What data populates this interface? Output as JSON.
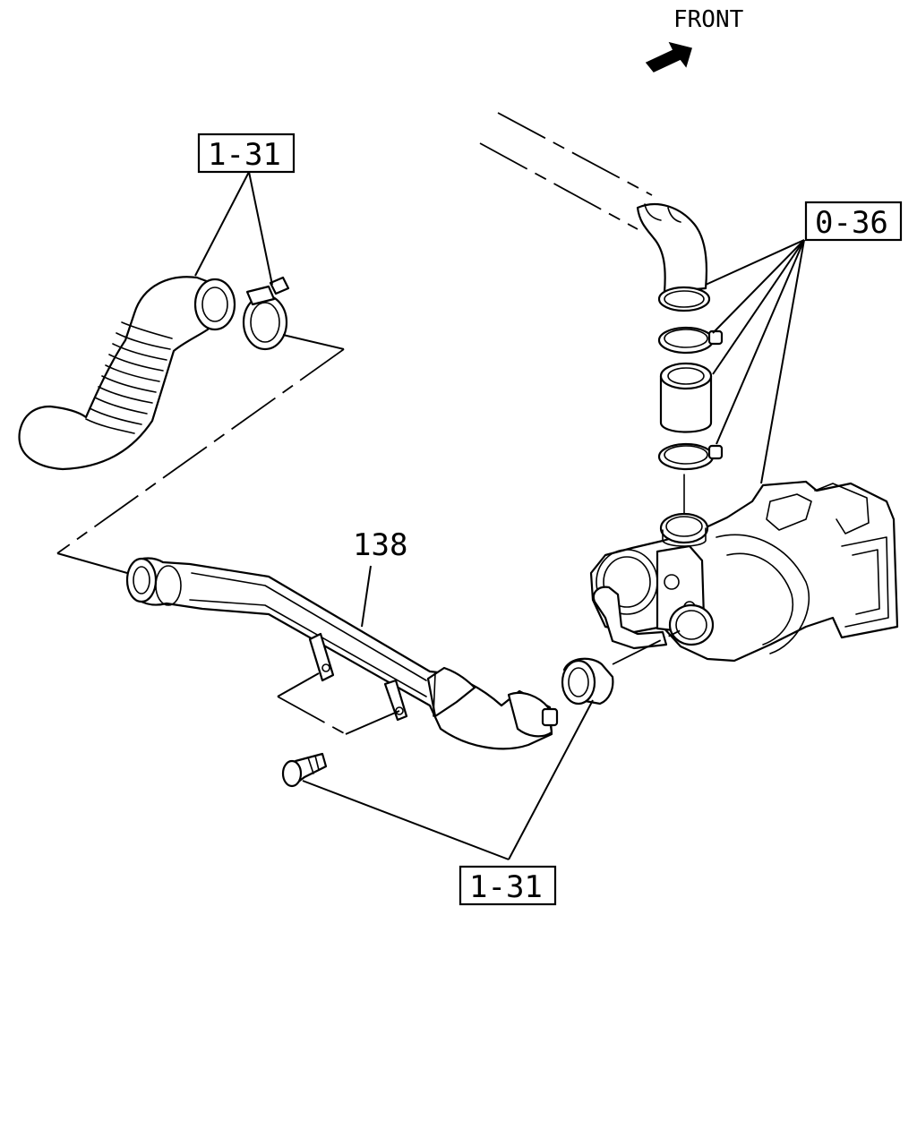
{
  "front_label": "FRONT",
  "callouts": {
    "top_left": "1-31",
    "right": "0-36",
    "bottom": "1-31",
    "pipe_number": "138"
  }
}
